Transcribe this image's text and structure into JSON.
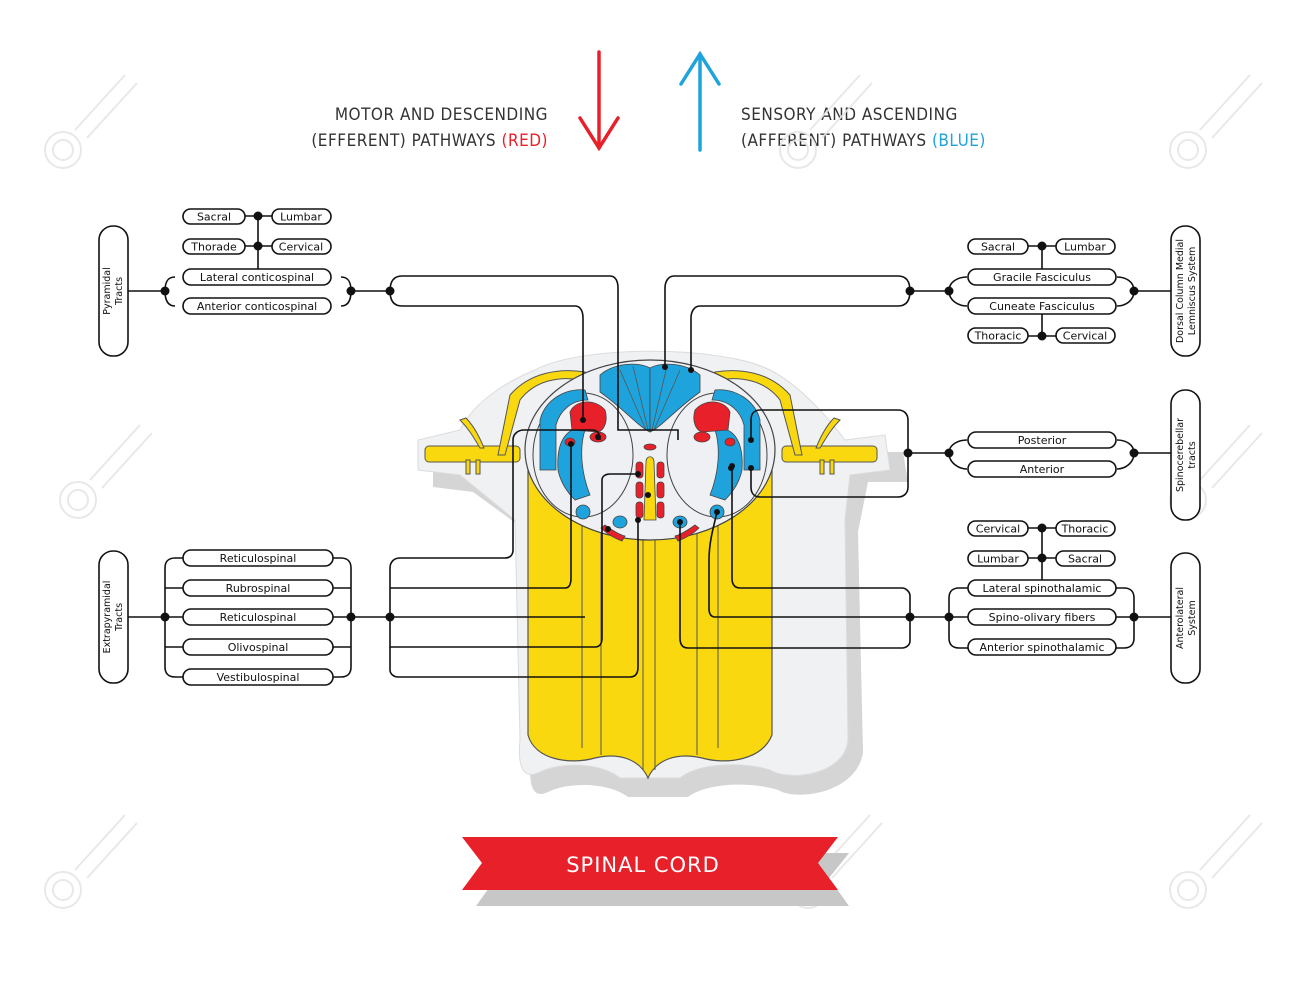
{
  "header": {
    "motor": {
      "line1": "MOTOR AND DESCENDING",
      "line2": "(EFFERENT) PATHWAYS",
      "tag": "(RED)",
      "color": "#e8202a",
      "arrow": "down-arrow"
    },
    "sensory": {
      "line1": "SENSORY AND ASCENDING",
      "line2": "(AFFERENT) PATHWAYS",
      "tag": "(BLUE)",
      "color": "#1fa3dc",
      "arrow": "up-arrow"
    }
  },
  "colors": {
    "motor": "#e8202a",
    "sensory": "#1fa3dc",
    "white_matter": "#f9d80f",
    "grey_matter": "#eef0f3",
    "outline": "#111111"
  },
  "groups": {
    "pyramidal": {
      "title_line1": "Pyramidal",
      "title_line2": "Tracts",
      "levels": [
        "Sacral",
        "Lumbar",
        "Thorade",
        "Cervical"
      ],
      "tracts": [
        "Lateral conticospinal",
        "Anterior conticospinal"
      ]
    },
    "extrapyramidal": {
      "title_line1": "Extrapyramidal",
      "title_line2": "Tracts",
      "tracts": [
        "Reticulospinal",
        "Rubrospinal",
        "Reticulospinal",
        "Olivospinal",
        "Vestibulospinal"
      ]
    },
    "dorsal_column": {
      "title_line1": "Dorsal Column Medial",
      "title_line2": "Lemniscus System",
      "levels_top": [
        "Sacral",
        "Lumbar"
      ],
      "tracts": [
        "Gracile Fasciculus",
        "Cuneate Fasciculus"
      ],
      "levels_bottom": [
        "Thoracic",
        "Cervical"
      ]
    },
    "spinocerebellar": {
      "title_line1": "Spinocerebellar",
      "title_line2": "tracts",
      "tracts": [
        "Posterior",
        "Anterior"
      ]
    },
    "anterolateral": {
      "title_line1": "Anterolateral",
      "title_line2": "System",
      "levels": [
        "Cervical",
        "Thoracic",
        "Lumbar",
        "Sacral"
      ],
      "tracts": [
        "Lateral spinothalamic",
        "Spino-olivary fibers",
        "Anterior spinothalamic"
      ]
    }
  },
  "banner": {
    "label": "SPINAL CORD",
    "color": "#e8202a"
  }
}
